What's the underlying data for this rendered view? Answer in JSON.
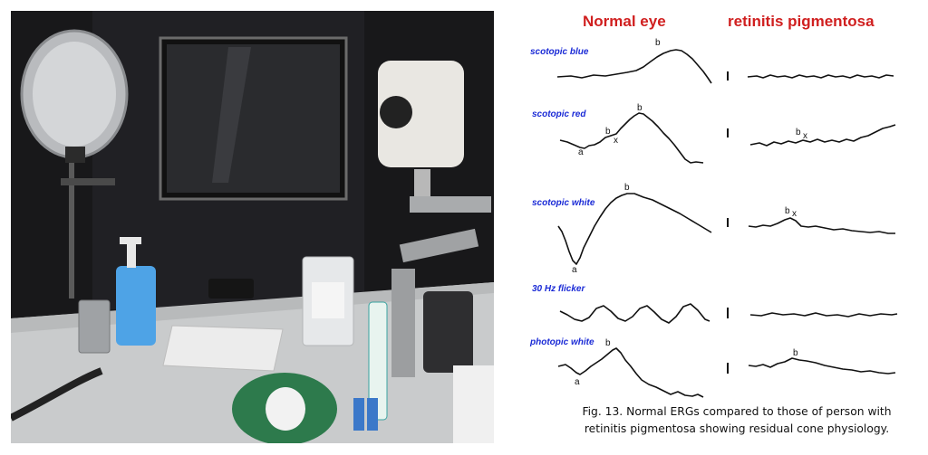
{
  "photo": {
    "description_icon": "lab-photo"
  },
  "figure": {
    "headers": {
      "normal": "Normal eye",
      "rp": "retinitis pigmentosa"
    },
    "rows": [
      {
        "label": "scotopic blue"
      },
      {
        "label": "scotopic red"
      },
      {
        "label": "scotopic white"
      },
      {
        "label": "30 Hz flicker"
      },
      {
        "label": "photopic white"
      }
    ],
    "marks": {
      "a": "a",
      "b": "b",
      "bx_b": "b",
      "bx_x": "x"
    },
    "caption_line1": "Fig. 13. Normal ERGs compared to those of person with",
    "caption_line2": "retinitis pigmentosa showing residual cone physiology.",
    "colors": {
      "header": "#d01f1f",
      "label": "#1b2bd6",
      "trace": "#111111"
    }
  }
}
